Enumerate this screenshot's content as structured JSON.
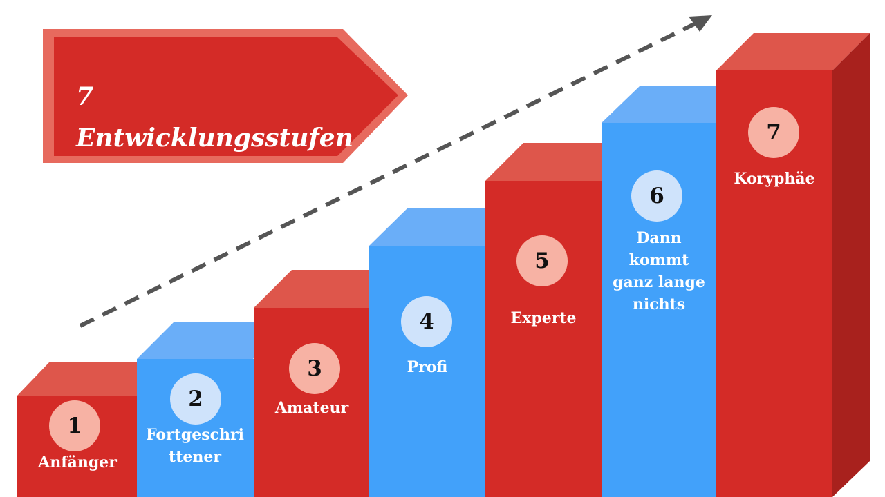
{
  "title": "7 Entwicklungsstufen",
  "colors": {
    "red_front": "#d42b27",
    "red_top": "#de564b",
    "red_side": "#a8211d",
    "blue_front": "#42a1fa",
    "blue_top": "#6aaef8",
    "title_fill": "#d42b27",
    "title_border": "#e76a5e",
    "arrow": "#555555"
  },
  "steps": [
    {
      "number": "1",
      "label": "Anfänger",
      "color": "red"
    },
    {
      "number": "2",
      "label": "Fortgeschri ttener",
      "color": "blue"
    },
    {
      "number": "3",
      "label": "Amateur",
      "color": "red"
    },
    {
      "number": "4",
      "label": "Profi",
      "color": "blue"
    },
    {
      "number": "5",
      "label": "Experte",
      "color": "red"
    },
    {
      "number": "6",
      "label": "Dann kommt ganz lange nichts",
      "color": "blue"
    },
    {
      "number": "7",
      "label": "Koryphäe",
      "color": "red"
    }
  ]
}
